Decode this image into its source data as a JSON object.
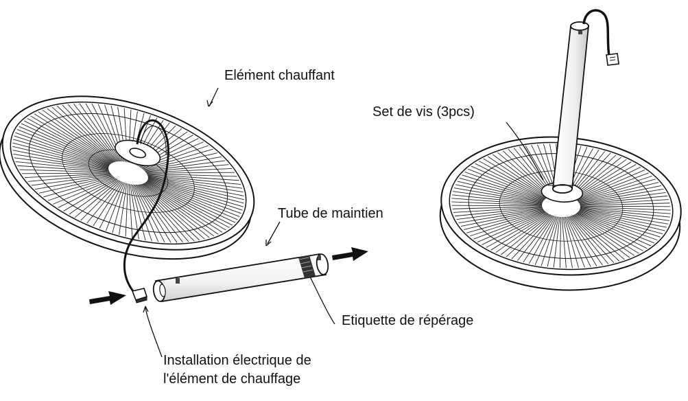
{
  "labels": {
    "heating_element": "Eléṁent chauffant",
    "screw_set": "Set de vis (3pcs)",
    "support_tube": "Tube de maintien",
    "marking_label": "Etiquette de répérage",
    "electrical_installation_line1": "Installation électrique de",
    "electrical_installation_line2": "l'élément de chauffage"
  },
  "colors": {
    "line": "#111111",
    "background": "#ffffff"
  }
}
